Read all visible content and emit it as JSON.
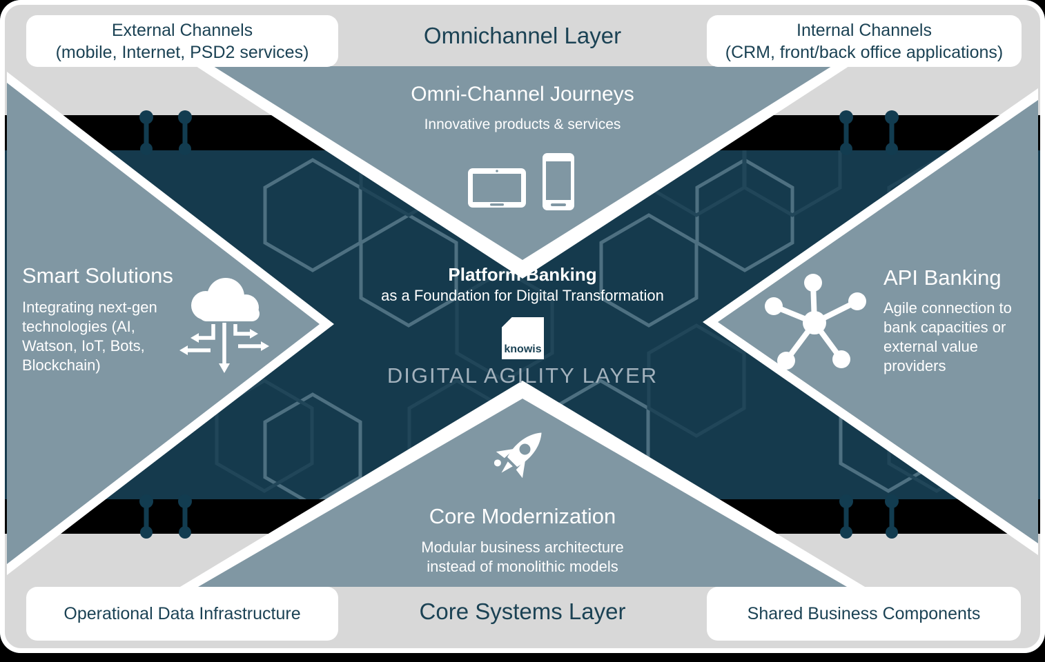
{
  "top_band": {
    "title": "Omnichannel Layer",
    "left_box": "External Channels\n(mobile, Internet, PSD2 services)",
    "right_box": "Internal Channels\n(CRM, front/back office applications)"
  },
  "top_triangle": {
    "title": "Omni-Channel Journeys",
    "subtitle": "Innovative products & services"
  },
  "left_triangle": {
    "title": "Smart Solutions",
    "body": "Integrating next-gen\ntechnologies  (AI,\nWatson, IoT, Bots,\nBlockchain)"
  },
  "right_triangle": {
    "title": "API Banking",
    "body": "Agile connection to\nbank capacities or\nexternal value\nproviders"
  },
  "bottom_triangle": {
    "title": "Core Modernization",
    "body": "Modular business architecture\ninstead of monolithic models"
  },
  "center": {
    "title": "Platform Banking",
    "subtitle": "as a Foundation for Digital Transformation",
    "logo_text": "knowis",
    "layer_label": "DIGITAL AGILITY LAYER"
  },
  "bottom_band": {
    "title": "Core Systems Layer",
    "left_box": "Operational Data Infrastructure",
    "right_box": "Shared Business Components"
  },
  "icons": {
    "top": "tablet-and-phone-icon",
    "left": "cloud-integration-icon",
    "right": "api-network-hub-icon",
    "bottom": "rocket-icon",
    "center": "knowis-logo"
  },
  "colors": {
    "navy": "#153a4d",
    "steel": "#8097a3",
    "light_gray": "#d8d8d8",
    "band_black": "#000000",
    "text_navy": "#1b4254",
    "agility_text": "#a3b2bd",
    "hex_light": "#4e7081",
    "hex_dark": "#214659",
    "pin": "#123c50",
    "white": "#ffffff"
  }
}
